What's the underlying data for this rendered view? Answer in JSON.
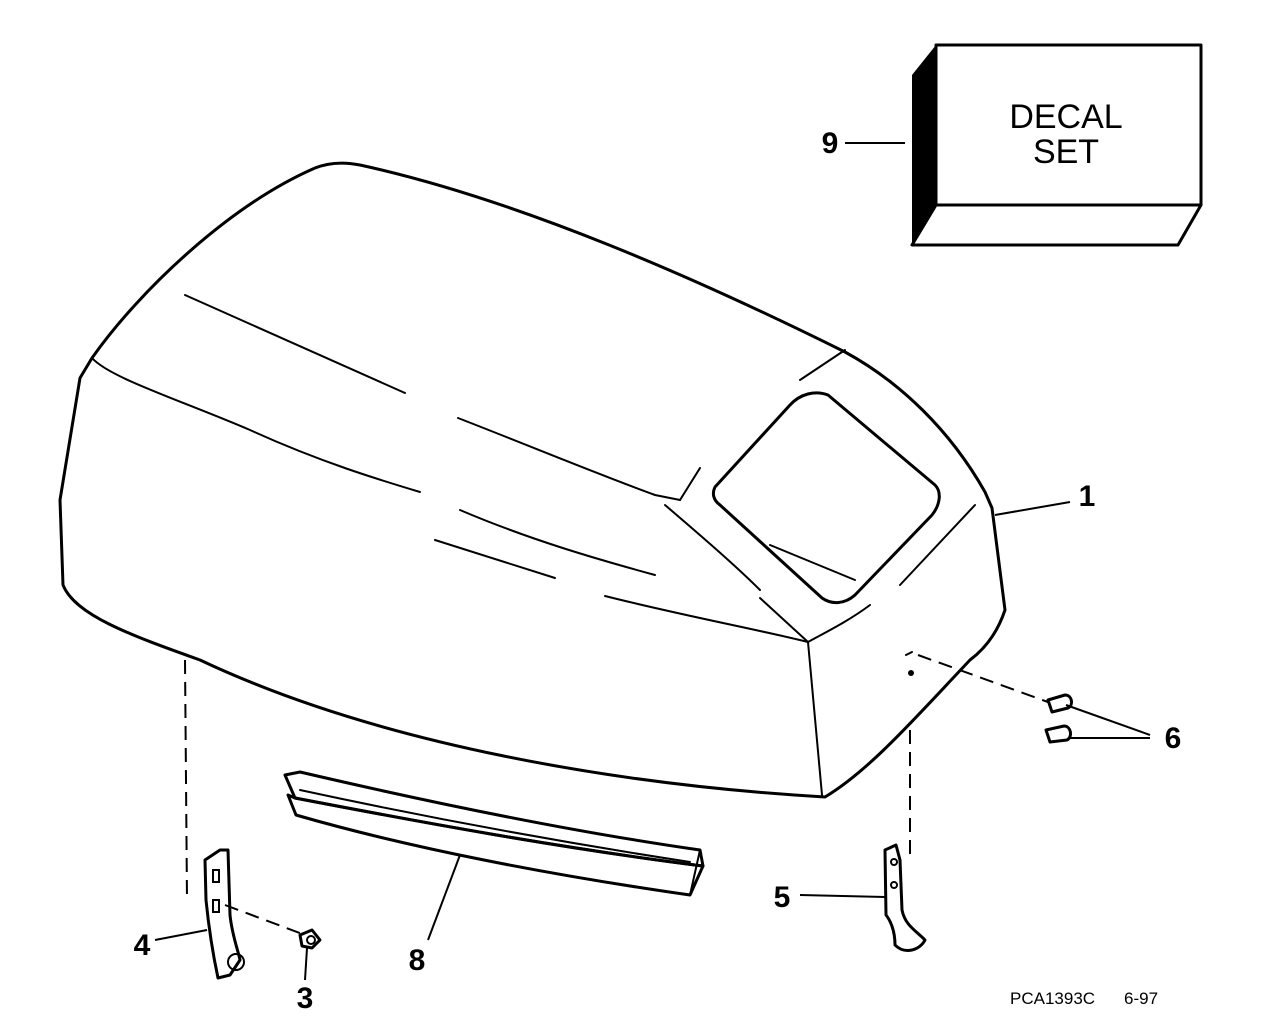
{
  "decal": {
    "line1": "DECAL",
    "line2": "SET"
  },
  "callouts": {
    "c1": "1",
    "c3": "3",
    "c4": "4",
    "c5": "5",
    "c6": "6",
    "c8": "8",
    "c9": "9"
  },
  "footer": {
    "code": "PCA1393C",
    "date": "6-97"
  }
}
